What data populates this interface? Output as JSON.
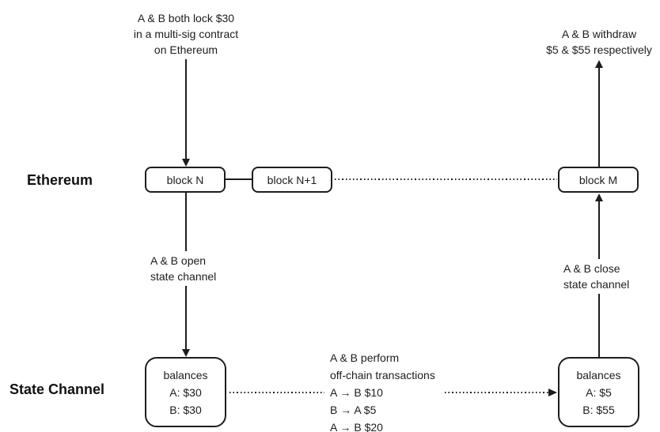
{
  "colors": {
    "ink": "#1d1d1d",
    "background": "#ffffff"
  },
  "rows": {
    "ethereum_label": "Ethereum",
    "state_channel_label": "State Channel"
  },
  "nodes": {
    "block_n": "block N",
    "block_n_plus_1": "block N+1",
    "block_m": "block M",
    "balances_open": "balances\nA: $30\nB: $30",
    "balances_final": "balances\nA: $5\nB: $55"
  },
  "annotations": {
    "lock_funds": "A & B both lock $30\nin a multi-sig contract\non Ethereum",
    "withdraw": "A & B withdraw\n$5 & $55 respectively",
    "open_channel": "A & B open\nstate channel",
    "close_channel": "A & B close\nstate channel",
    "offchain_transactions": "A & B perform\noff-chain transactions\nA → B $10\nB → A $5\nA → B $20"
  }
}
